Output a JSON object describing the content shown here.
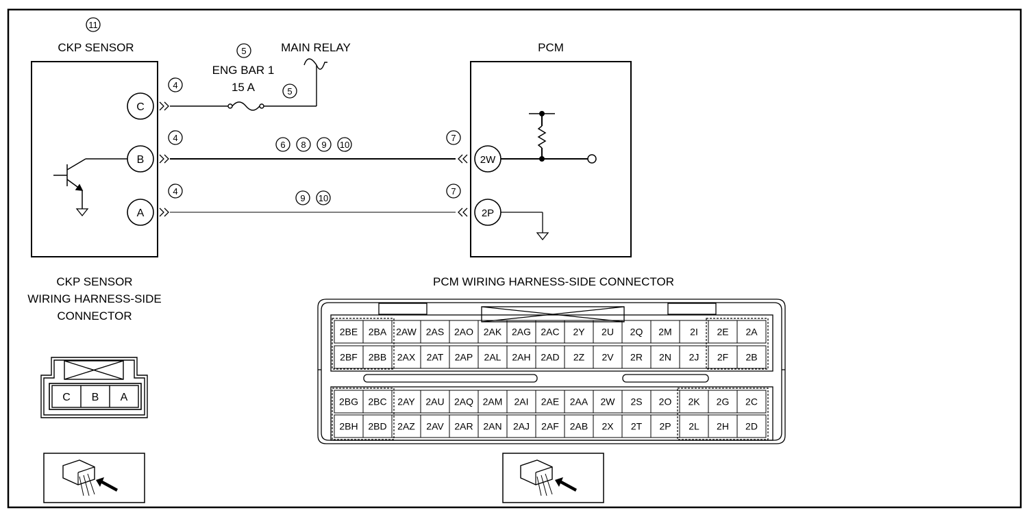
{
  "ckp_sensor": {
    "callout": "11",
    "title": "CKP SENSOR",
    "terminals": [
      "C",
      "B",
      "A"
    ],
    "terminal_callouts": [
      "4",
      "4",
      "4"
    ]
  },
  "main_relay": {
    "title": "MAIN RELAY",
    "callout_top": "5",
    "callout_right": "5"
  },
  "fuse": {
    "name": "ENG BAR 1",
    "rating": "15 A"
  },
  "pcm": {
    "title": "PCM",
    "terminals": [
      "2W",
      "2P"
    ],
    "terminal_callouts": [
      "7",
      "7"
    ]
  },
  "wire_callouts": {
    "b_line": [
      "6",
      "8",
      "9",
      "10"
    ],
    "a_line": [
      "9",
      "10"
    ]
  },
  "ckp_connector": {
    "title_lines": [
      "CKP SENSOR",
      "WIRING HARNESS-SIDE",
      "CONNECTOR"
    ],
    "pins": [
      "C",
      "B",
      "A"
    ]
  },
  "pcm_connector": {
    "title": "PCM WIRING HARNESS-SIDE CONNECTOR",
    "rows": [
      [
        "2BE",
        "2BA",
        "2AW",
        "2AS",
        "2AO",
        "2AK",
        "2AG",
        "2AC",
        "2Y",
        "2U",
        "2Q",
        "2M",
        "2I",
        "2E",
        "2A"
      ],
      [
        "2BF",
        "2BB",
        "2AX",
        "2AT",
        "2AP",
        "2AL",
        "2AH",
        "2AD",
        "2Z",
        "2V",
        "2R",
        "2N",
        "2J",
        "2F",
        "2B"
      ],
      [
        "2BG",
        "2BC",
        "2AY",
        "2AU",
        "2AQ",
        "2AM",
        "2AI",
        "2AE",
        "2AA",
        "2W",
        "2S",
        "2O",
        "2K",
        "2G",
        "2C"
      ],
      [
        "2BH",
        "2BD",
        "2AZ",
        "2AV",
        "2AR",
        "2AN",
        "2AJ",
        "2AF",
        "2AB",
        "2X",
        "2T",
        "2P",
        "2L",
        "2H",
        "2D"
      ]
    ]
  }
}
